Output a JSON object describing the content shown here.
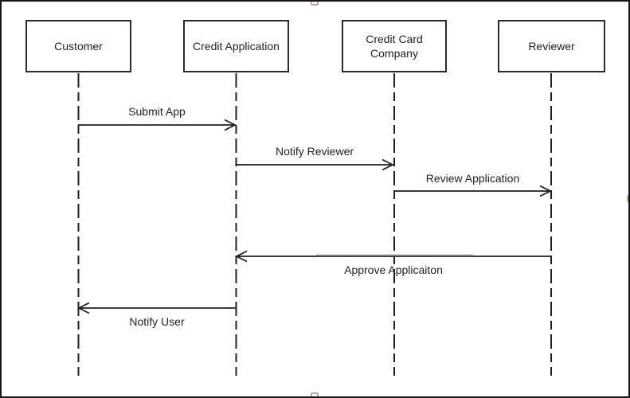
{
  "canvas": {
    "background": "#ffffff",
    "border_color": "#161616",
    "stroke_color": "#1f1f1f",
    "handle_color": "#b3ada4"
  },
  "diagram": {
    "type": "uml-sequence-diagram",
    "actors": [
      {
        "label": "Customer"
      },
      {
        "label": "Credit Application"
      },
      {
        "label": "Credit Card Company"
      },
      {
        "label": "Reviewer"
      }
    ],
    "messages": [
      {
        "label": "Submit App",
        "from": "Customer",
        "to": "Credit Application",
        "arrow_direction": "right",
        "label_position": "above-line"
      },
      {
        "label": "Notify Reviewer",
        "from": "Credit Application",
        "to": "Credit Card Company",
        "arrow_direction": "right",
        "label_position": "above-line"
      },
      {
        "label": "Review Application",
        "from": "Credit Card Company",
        "to": "Reviewer",
        "arrow_direction": "right",
        "label_position": "above-line"
      },
      {
        "label": "Approve Applicaiton",
        "from": "Reviewer",
        "to": "Credit Application",
        "arrow_direction": "left",
        "label_position": "below-line"
      },
      {
        "label": "Notify User",
        "from": "Credit Application",
        "to": "Customer",
        "arrow_direction": "left",
        "label_position": "below-line"
      }
    ]
  }
}
